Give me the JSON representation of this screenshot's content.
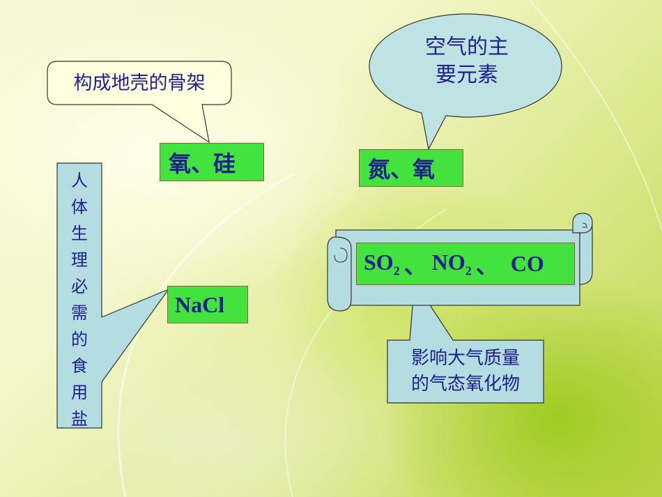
{
  "slide": {
    "callout_crust": {
      "text": "构成地壳的骨架"
    },
    "box_oxygen_silicon": {
      "text": "氧、硅"
    },
    "callout_air": {
      "line1": "空气的主",
      "line2": "要元素"
    },
    "box_nitrogen_oxygen": {
      "text": "氮、氧"
    },
    "callout_body": {
      "chars": [
        "人",
        "体",
        "生",
        "理",
        "必",
        "需",
        "的",
        "食",
        "用",
        "盐"
      ]
    },
    "box_nacl": {
      "text": "NaCl"
    },
    "box_gases": {
      "so": "SO",
      "sub1": "2",
      "sep1": "、",
      "no": "NO",
      "sub2": "2",
      "sep2": "、",
      "co": "CO"
    },
    "callout_pollutants": {
      "line1": "影响大气质量",
      "line2": "的气态氧化物"
    }
  },
  "colors": {
    "text_navy": "#1f1f8c",
    "green_box": "#44e23e",
    "callout_cream": "#ffffe0",
    "callout_blue": "#bfe3e3",
    "scroll_blue": "#b3dde0"
  }
}
